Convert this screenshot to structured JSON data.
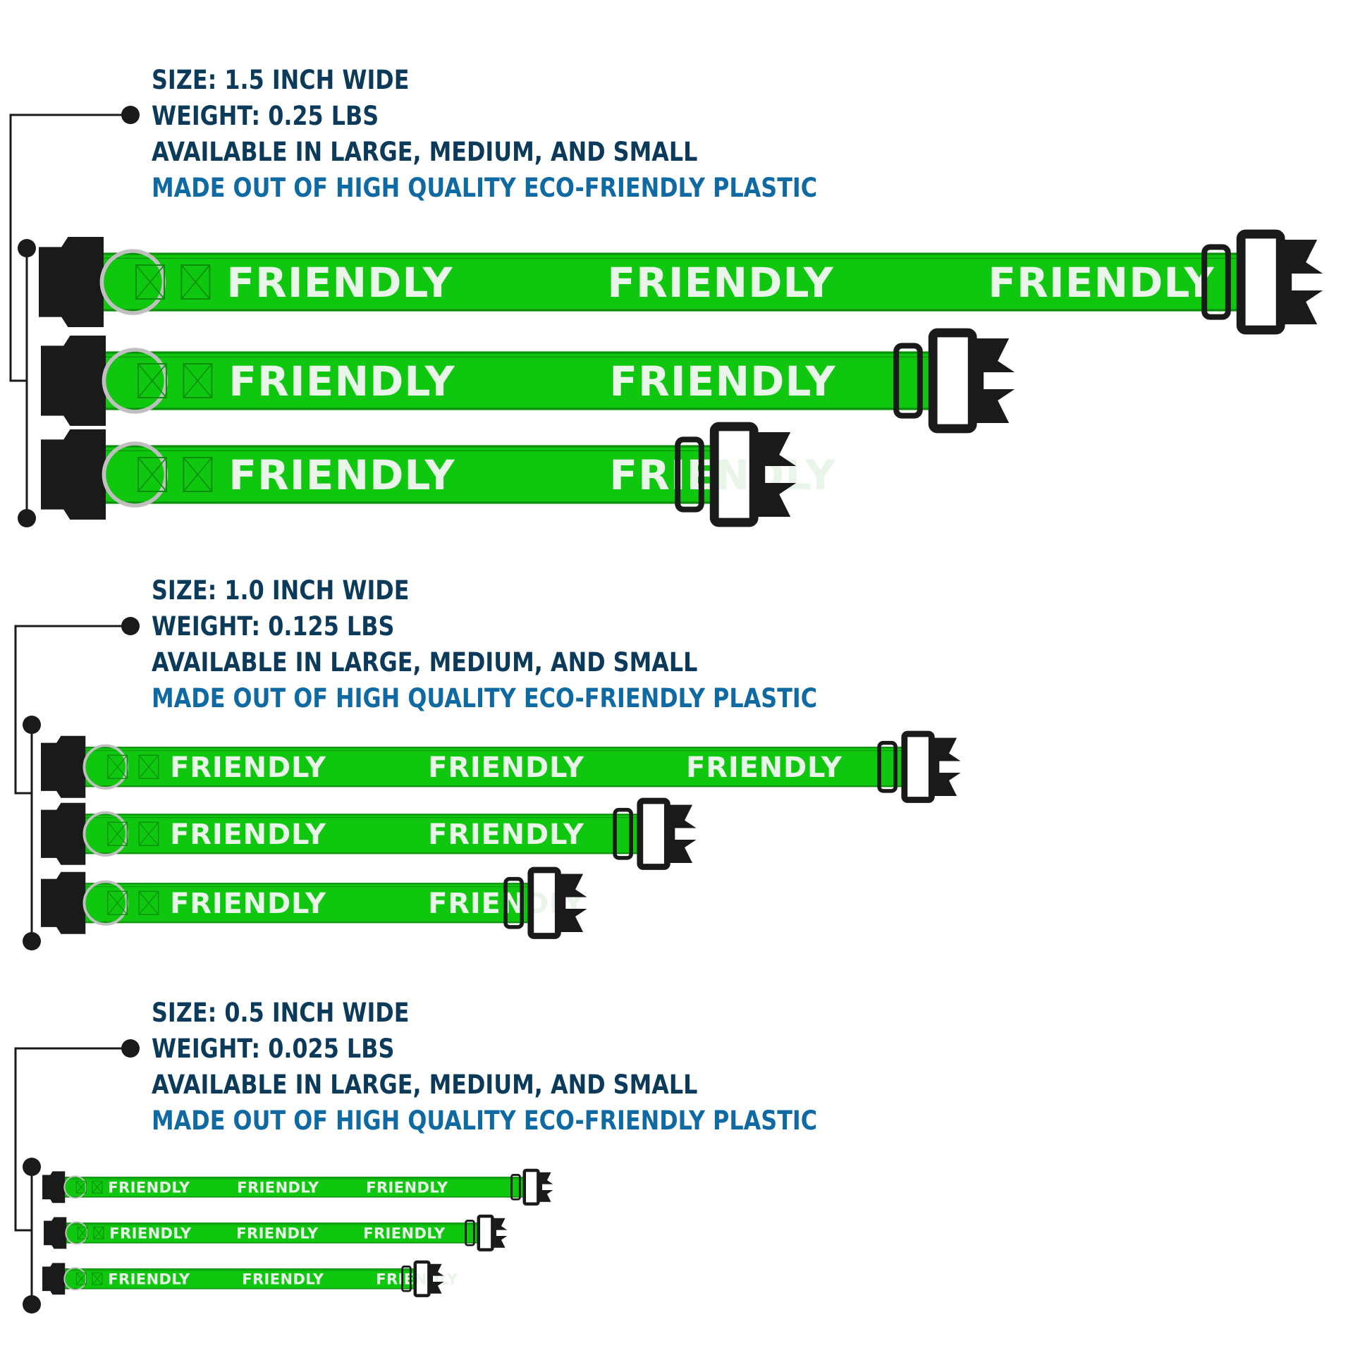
{
  "colors": {
    "strap_green": "#10c710",
    "strap_edge": "#0a8f0a",
    "strap_text": "#e8f5e8",
    "hardware_black": "#1a1a1a",
    "spec_text": "#0c3a5a",
    "spec_accent": "#0f6aa3"
  },
  "sections": [
    {
      "size": "SIZE: 1.5 INCH WIDE",
      "weight": "WEIGHT: 0.25 LBS",
      "availability": "AVAILABLE IN LARGE, MEDIUM, AND SMALL",
      "material": "MADE OUT OF HIGH QUALITY ECO-FRIENDLY PLASTIC",
      "collars": [
        {
          "size": "large",
          "label": "FRIENDLY",
          "repeats": 3
        },
        {
          "size": "medium",
          "label": "FRIENDLY",
          "repeats": 2
        },
        {
          "size": "small",
          "label": "FRIENDLY",
          "repeats": 2
        }
      ]
    },
    {
      "size": "SIZE: 1.0 INCH WIDE",
      "weight": "WEIGHT: 0.125 LBS",
      "availability": "AVAILABLE IN LARGE, MEDIUM, AND SMALL",
      "material": "MADE OUT OF HIGH QUALITY ECO-FRIENDLY PLASTIC",
      "collars": [
        {
          "size": "large",
          "label": "FRIENDLY",
          "repeats": 3
        },
        {
          "size": "medium",
          "label": "FRIENDLY",
          "repeats": 2
        },
        {
          "size": "small",
          "label": "FRIENDLY",
          "repeats": 2
        }
      ]
    },
    {
      "size": "SIZE: 0.5 INCH WIDE",
      "weight": "WEIGHT: 0.025 LBS",
      "availability": "AVAILABLE IN LARGE, MEDIUM, AND SMALL",
      "material": "MADE OUT OF HIGH QUALITY ECO-FRIENDLY PLASTIC",
      "collars": [
        {
          "size": "large",
          "label": "FRIENDLY",
          "repeats": 3
        },
        {
          "size": "medium",
          "label": "FRIENDLY",
          "repeats": 3
        },
        {
          "size": "small",
          "label": "FRIENDLY",
          "repeats": 3
        }
      ]
    }
  ]
}
